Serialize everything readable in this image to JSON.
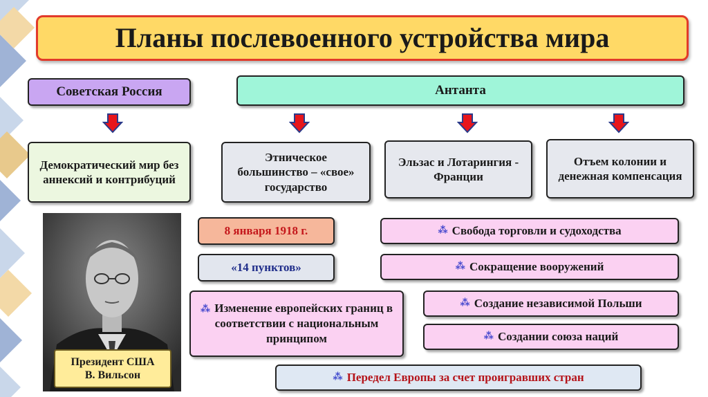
{
  "title": "Планы послевоенного устройства мира",
  "headers": {
    "soviet": "Советская Россия",
    "entente": "Антанта"
  },
  "plans": {
    "soviet": "Демократический мир без аннексий и контрибуций",
    "ethnic": "Этническое большинство – «свое» государство",
    "alsace": "Эльзас и Лотарингия - Франции",
    "colonies": "Отъем колонии и денежная компенсация"
  },
  "wilson": {
    "date": "8 января 1918 г.",
    "points": "«14 пунктов»",
    "photo_caption_line1": "Президент США",
    "photo_caption_line2": "В. Вильсон"
  },
  "bullet_marker": "⁂",
  "points_list": {
    "trade": "Свобода торговли и судоходства",
    "arms": "Сокращение вооружений",
    "borders": "Изменение европейских границ в соответствии с национальным принципом",
    "poland": "Создание независимой Польши",
    "league": "Создании союза наций",
    "redivision": "Передел Европы за счет проигравших стран"
  },
  "colors": {
    "title_fill": "#ffd966",
    "title_border": "#e23a2a",
    "soviet_fill": "#c9a6f2",
    "entente_fill": "#9ff5d9",
    "arrow_fill": "#e8161b",
    "arrow_outline": "#2a3a8a",
    "pink_fill": "#fbd1f2",
    "green_fill": "#ecf7e0",
    "grey_fill": "#e6e8ee",
    "date_fill": "#f6b79b",
    "caption_fill": "#ffec9a"
  },
  "icons": [
    "down-arrow-icon",
    "asterism-icon"
  ]
}
